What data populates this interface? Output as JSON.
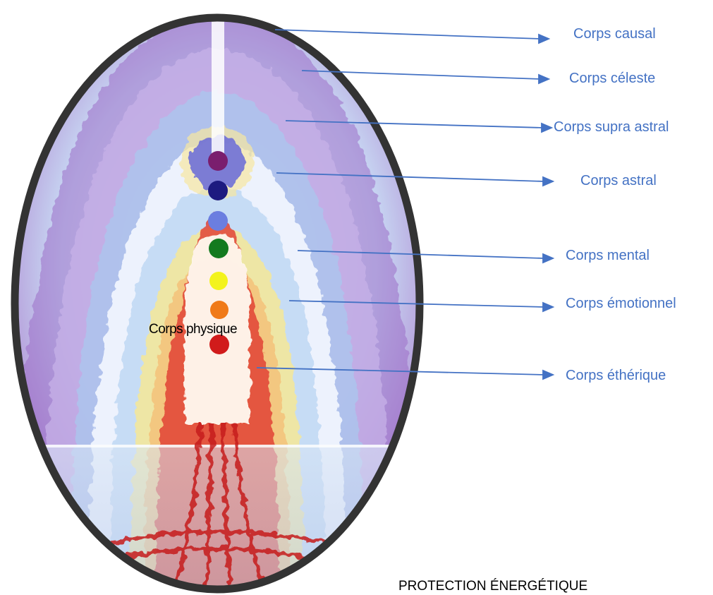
{
  "diagram": {
    "title": "PROTECTION ÉNERGÉTIQUE",
    "center_label": "Corps physique",
    "layers": [
      "Corps causal",
      "Corps céleste",
      "Corps supra astral",
      "Corps astral",
      "Corps mental",
      "Corps émotionnel",
      "Corps éthérique"
    ],
    "colors": {
      "label_text": "#4472c4",
      "arrow": "#4472c4",
      "egg_outline": "#333333"
    },
    "chakras": [
      "violet",
      "indigo",
      "blue",
      "green",
      "yellow",
      "orange",
      "red"
    ]
  }
}
